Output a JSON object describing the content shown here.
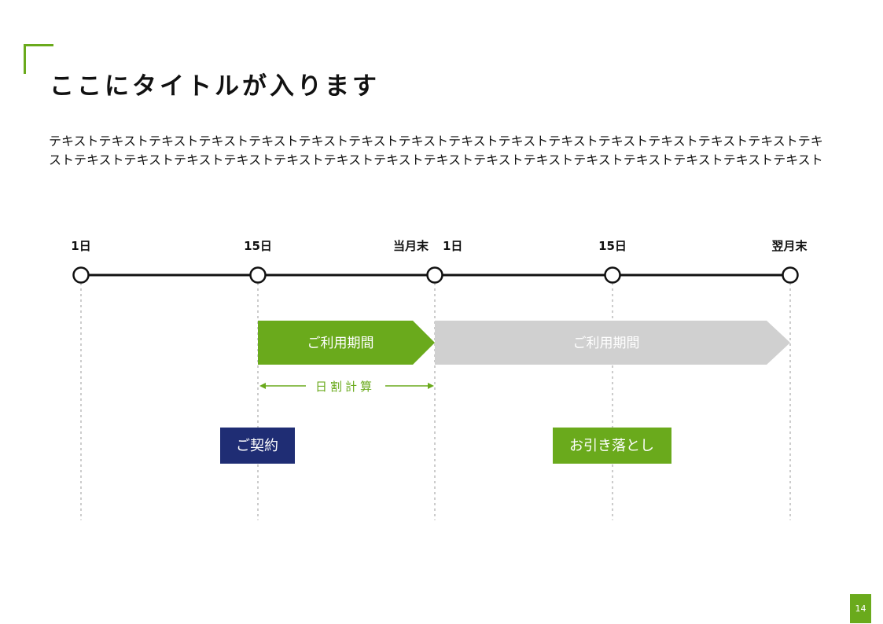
{
  "title": "ここにタイトルが入ります",
  "body_text": "テキストテキストテキストテキストテキストテキストテキストテキストテキストテキストテキストテキストテキストテキストテキストテキストテキストテキストテキストテキストテキストテキストテキストテキストテキストテキストテキストテキストテキストテキストテキスト",
  "timeline": {
    "points": [
      {
        "label": "1日"
      },
      {
        "label": "15日"
      },
      {
        "label": "当月末"
      },
      {
        "label": "1日"
      },
      {
        "label": "15日"
      },
      {
        "label": "翌月末"
      }
    ],
    "period_current": "ご利用期間",
    "period_next": "ご利用期間",
    "prorate_label": "日割計算",
    "contract_label": "ご契約",
    "debit_label": "お引き落とし"
  },
  "colors": {
    "accent_green": "#6aaa1c",
    "navy": "#1f2d74",
    "gray_arrow": "#d0d0d0",
    "dotted": "#cccccc"
  },
  "page_number": "14"
}
